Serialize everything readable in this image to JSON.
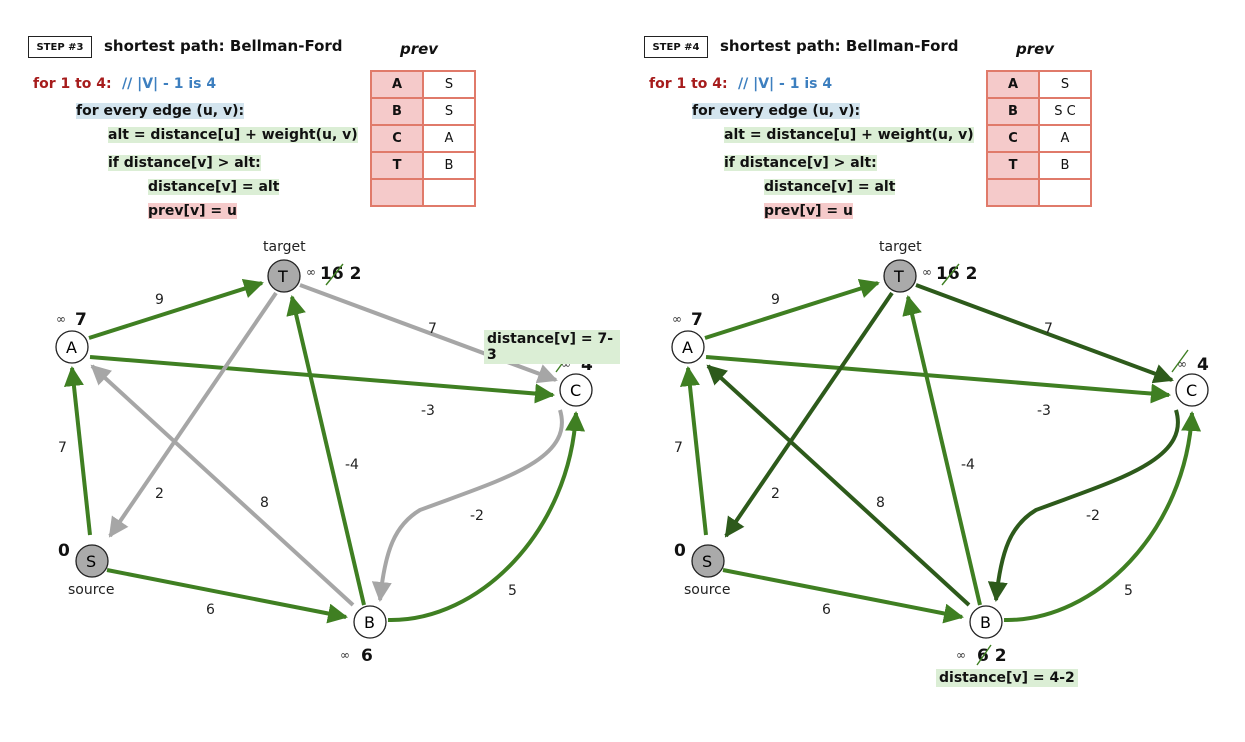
{
  "colors": {
    "green": "#3f7f22",
    "dark_green": "#2d5a1b",
    "gray": "#a6a6a6",
    "node_gray": "#aaaaaa"
  },
  "panels": [
    {
      "step": "STEP #3",
      "title": "shortest path: Bellman-Ford",
      "code": {
        "loop": "for 1 to 4:",
        "comment": "// |V| - 1  is  4",
        "for_edge": "for every edge (u, v):",
        "alt": "alt = distance[u] + weight(u, v)",
        "if": "if distance[v] > alt:",
        "assign": "distance[v] = alt",
        "prev": "prev[v] = u"
      },
      "prev_title": "prev",
      "prev": [
        {
          "key": "A",
          "val": "S"
        },
        {
          "key": "B",
          "val": "S"
        },
        {
          "key": "C",
          "val": "A"
        },
        {
          "key": "T",
          "val": "B"
        },
        {
          "key": "",
          "val": ""
        }
      ],
      "labels": {
        "target": "target",
        "source": "source"
      },
      "distances": {
        "T": "16 2",
        "A": "7",
        "C": "4",
        "S": "0",
        "B": "6"
      },
      "strike_marks": {
        "T": "∞",
        "A": "∞",
        "C": "∞",
        "B": "∞"
      },
      "note": "distance[v] = 7-3",
      "edge_weights": {
        "AT": "9",
        "TC": "7",
        "SA": "7",
        "AC": "-3",
        "TS": "2",
        "BA": "8",
        "BT": "-4",
        "CB": "-2",
        "SB": "6",
        "BC": "5"
      }
    },
    {
      "step": "STEP #4",
      "title": "shortest path: Bellman-Ford",
      "code": {
        "loop": "for 1 to 4:",
        "comment": "// |V| - 1  is  4",
        "for_edge": "for every edge (u, v):",
        "alt": "alt = distance[u] + weight(u, v)",
        "if": "if distance[v] > alt:",
        "assign": "distance[v] = alt",
        "prev": "prev[v] = u"
      },
      "prev_title": "prev",
      "prev": [
        {
          "key": "A",
          "val": "S"
        },
        {
          "key": "B",
          "val": "S C"
        },
        {
          "key": "C",
          "val": "A"
        },
        {
          "key": "T",
          "val": "B"
        },
        {
          "key": "",
          "val": ""
        }
      ],
      "labels": {
        "target": "target",
        "source": "source"
      },
      "distances": {
        "T": "16 2",
        "A": "7",
        "C": "4",
        "S": "0",
        "B": "6 2"
      },
      "strike_marks": {
        "T": "∞",
        "A": "∞",
        "C": "∞",
        "B": "∞"
      },
      "note": "distance[v] = 4-2",
      "edge_weights": {
        "AT": "9",
        "TC": "7",
        "SA": "7",
        "AC": "-3",
        "TS": "2",
        "BA": "8",
        "BT": "-4",
        "CB": "-2",
        "SB": "6",
        "BC": "5"
      }
    }
  ]
}
